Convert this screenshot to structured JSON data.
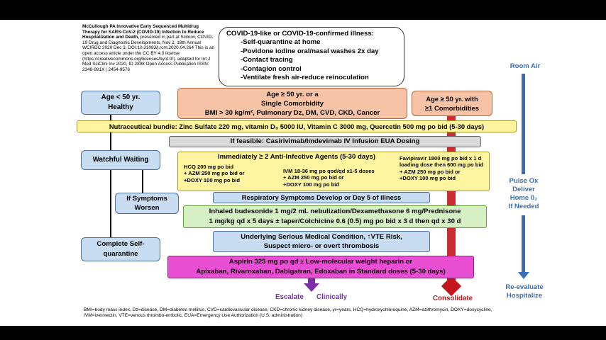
{
  "citation": {
    "title": "McCullough PA Innovative Early Sequenced Multidrug Therapy for SARS-CoV-2 (COVID-19) Infection to Reduce Hospitalization and Death,",
    "body": "presented in part at Scilnov, COVID-19 Drug and Diagnostic Developments, Nov 2, 18th Annual WCIRDC  2020 Dec 3, DOI:10.31083/j.rcm.2020.04.264  This is an open access article under the CC  BY 4.0 license (https://creativecommons.org/licenses/by/4.0/). adapted for Int J Med SciClini Inv 2020, ID 2898 Open Access Publication ISSN:  2348-991X | 2454-9576"
  },
  "top_box": {
    "heading": "COVID-19-like or COVID-19-confirmed illness:",
    "items": [
      "-Self-quarantine at home",
      "-Povidone iodine oral/nasal washes 2x day",
      "-Contact tracing",
      "-Contagion control",
      "-Ventilate fresh air-reduce reinoculation"
    ]
  },
  "age_lt50": {
    "line1": "Age < 50 yr.",
    "line2": "Healthy"
  },
  "age_ge50_single": {
    "line1": "Age ≥ 50 yr.  or a",
    "line2": "Single Comorbidity",
    "line3": "BMI > 30 kg/m², Pulmonary Dz, DM, CVD, CKD, Cancer"
  },
  "age_ge50_multi": {
    "line1": "Age ≥ 50 yr. with",
    "line2": "≥1 Comorbidities"
  },
  "nutraceutical": "Nutraceutical bundle: Zinc Sulfate 220 mg, vitamin D₃ 5000 IU, Vitamin C 3000 mg, Quercetin 500 mg po bid (5-30 days)",
  "feasible": "If feasible: Casirivimab/Imdevimab IV Infusion EUA Dosing",
  "watchful": "Watchful Waiting",
  "anti_infective": {
    "heading": "Immediately ≥ 2 Anti-Infective Agents (5-30 days)",
    "col1": [
      "HCQ 200 mg po bid",
      "+ AZM 250 mg po bid or",
      "+DOXY 100 mg po bid"
    ],
    "col2": [
      "IVM 18-36 mg po qod/qd x1-5 doses",
      "+ AZM 250 mg po bid or",
      "+DOXY 100 mg po bid"
    ],
    "col3": [
      "Favipiravir 1800 mg po bid  x 1 d",
      "loading dose then 600 mg po bid",
      "+ AZM 250 mg po bid or",
      "+DOXY 100 mg po bid"
    ]
  },
  "if_symptoms": {
    "line1": "If Symptoms",
    "line2": "Worsen"
  },
  "respiratory": "Respiratory Symptoms Develop or Day 5 of illness",
  "inhaled": {
    "line1": "Inhaled budesonide 1 mg/2 mL nebulization/Dexamethasone 6 mg/Prednisone",
    "line2": "1 mg/kg qd x 5 days ± taper/Colchicine 0.6 (0.5) mg po bid x 3 d then qd x 30 d"
  },
  "complete": {
    "line1": "Complete Self-",
    "line2": "quarantine"
  },
  "underlying": {
    "line1": "Underlying Serious Medical Condition, ↑VTE Risk,",
    "line2": "Suspect micro- or overt thrombosis"
  },
  "aspirin": {
    "line1": "Aspirin 325 mg po qd ± Low-molecular weight heparin or",
    "line2": "Apixaban, Rivaroxaban, Dabigatran, Edoxaban in Standard doses (5-30 days)"
  },
  "escalate": {
    "left": "Escalate",
    "right": "Clinically"
  },
  "consolidate": "Consolidate",
  "room_air": "Room Air",
  "pulse_ox": {
    "l1": "Pulse Ox",
    "l2": "Deliver",
    "l3": "Home 0₂",
    "l4": "If Needed"
  },
  "reevaluate": {
    "l1": "Re-evaluate",
    "l2": "Hospitalize"
  },
  "footer": "BMI=body mass index, Dz=disease, DM=diabetes mellitus, CVD=cardiovascular disease, CKD=chronic kidney disease, yr=years, HCQ=hydroxychloroquine, AZM=azithromycin, DOXY=doxycycline, IVM=ivermectin, VTE=venous thrombo-embolic, EUA=Emergency Use Authorization (U.S. administration)",
  "colors": {
    "blue_arrow": "#3b6fb5",
    "red_arrow": "#c4151c",
    "purple_arrow": "#7b2fa8",
    "magenta": "#e94fd2"
  }
}
